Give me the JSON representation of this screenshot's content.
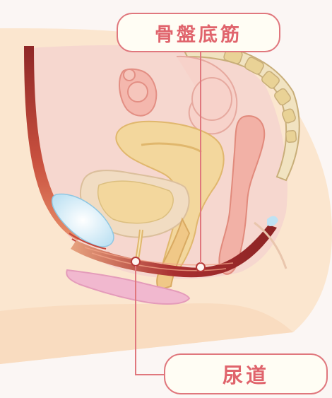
{
  "labels": {
    "pelvic_floor": "骨盤底筋",
    "urethra": "尿道"
  },
  "colors": {
    "background": "#fbf6f4",
    "skin": "#fbe6cf",
    "muscle_red": "#b43a35",
    "organ_pink": "#f2c7c2",
    "bladder_yellow": "#f3d79d",
    "label_border": "#e0777d",
    "label_text": "#e0646c",
    "label_fill": "#fffdf4"
  },
  "icons": {
    "leader_top": "pointer-line",
    "leader_bottom": "pointer-line"
  }
}
